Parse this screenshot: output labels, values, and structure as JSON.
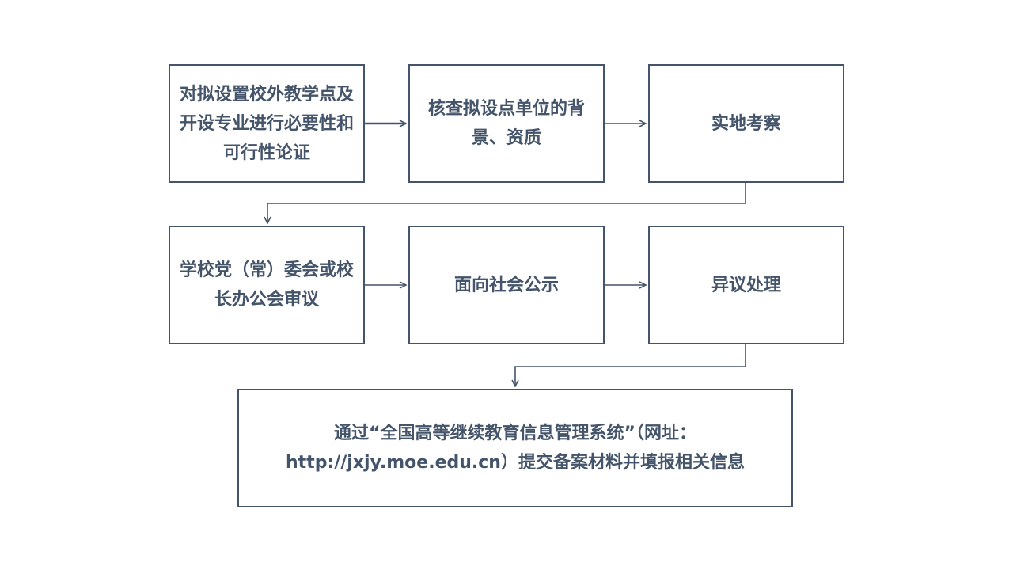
{
  "colors": {
    "stroke": "#44546a",
    "text": "#44546a",
    "background": "#ffffff"
  },
  "steps": [
    {
      "text": "对拟设置校外教学点及开设专业进行必要性和可行性论证"
    },
    {
      "text": "核查拟设点单位的背景、资质"
    },
    {
      "text": "实地考察"
    },
    {
      "text": "学校党（常）委会或校长办公会审议"
    },
    {
      "text": "面向社会公示"
    },
    {
      "text": "异议处理"
    },
    {
      "text": "通过“全国高等继续教育信息管理系统”（网址：http://jxjy.moe.edu.cn）提交备案材料并填报相关信息"
    }
  ]
}
